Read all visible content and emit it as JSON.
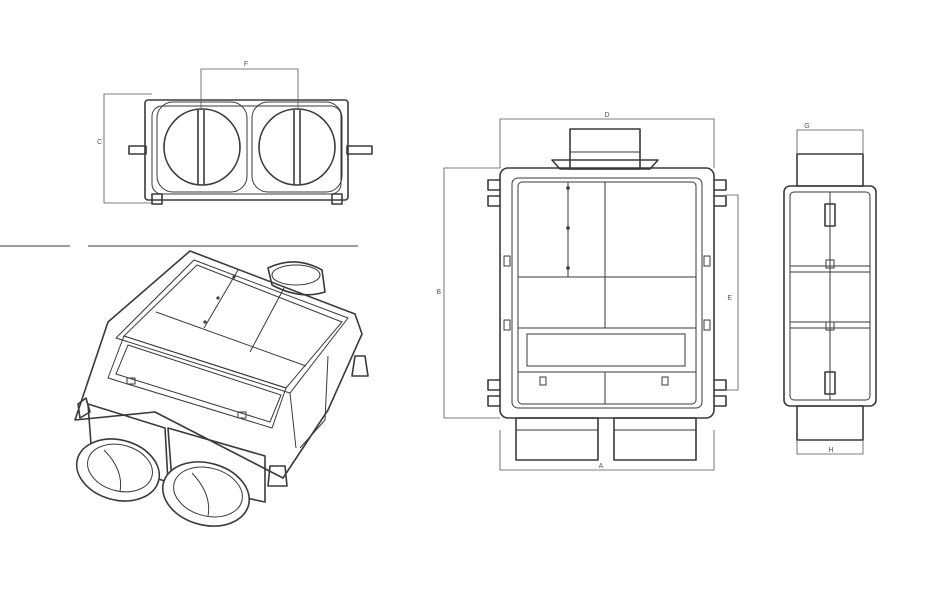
{
  "dimension_labels": {
    "a": "A",
    "b": "B",
    "c": "C",
    "d": "D",
    "e": "E",
    "f": "F",
    "g": "G",
    "h": "H"
  }
}
